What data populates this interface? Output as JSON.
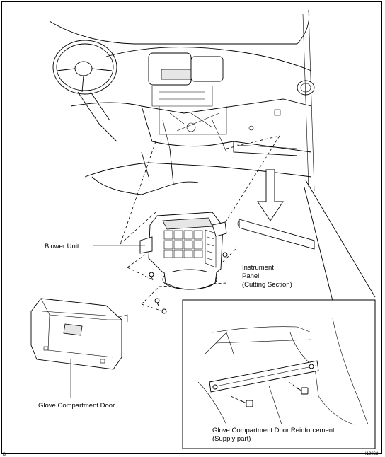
{
  "labels": {
    "blower_unit": "Blower Unit",
    "instrument_panel_line1": "Instrument",
    "instrument_panel_line2": "Panel",
    "instrument_panel_line3": "(Cutting Section)",
    "glove_door": "Glove Compartment Door",
    "reinforcement_line1": "Glove Compartment Door Reinforcement",
    "reinforcement_line2": "(Supply part)",
    "figure_code": "I19062",
    "corner_mark": "B"
  }
}
